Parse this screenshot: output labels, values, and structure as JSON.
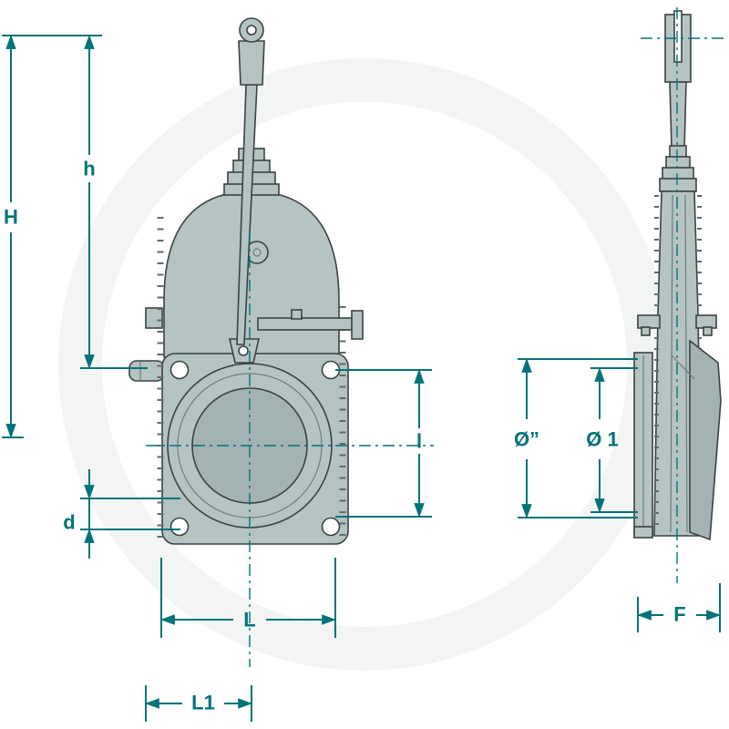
{
  "diagram": {
    "kind": "gate-valve-dimensional-drawing",
    "dimension_labels": {
      "H": "H",
      "h": "h",
      "d": "d",
      "l": "l",
      "L": "L",
      "L1": "L1",
      "dia_outer": "Ø”",
      "dia_1": "Ø 1",
      "F": "F"
    },
    "colors": {
      "dimension_line": "#00737a",
      "body_fill": "#b6c3c3",
      "body_shade": "#a3b2b2",
      "outline": "#3b4242",
      "background": "#ffffff"
    }
  }
}
